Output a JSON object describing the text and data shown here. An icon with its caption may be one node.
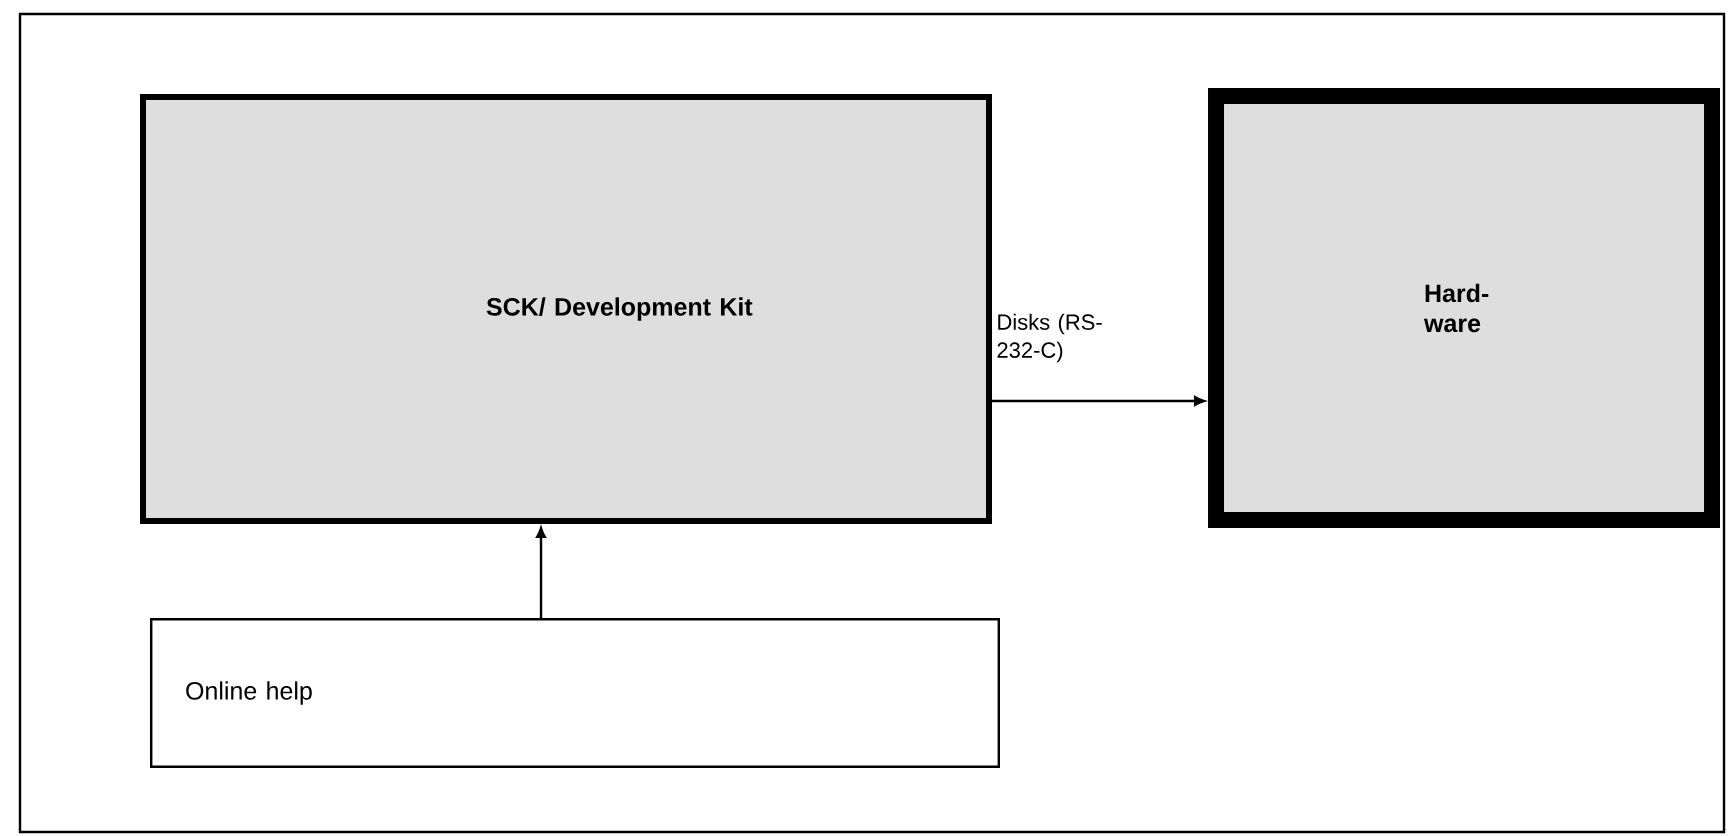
{
  "diagram": {
    "nodes": [
      {
        "text": [
          "SCK/ Development Kit"
        ]
      },
      {
        "text": [
          "Hard- ware"
        ]
      },
      {
        "text": [
          "Online help"
        ]
      }
    ],
    "edges": [
      {
        "from": 2,
        "to": 0,
        "arrow": "to"
      },
      {
        "from": 0,
        "to": 1,
        "arrow": "to",
        "label": "Disks (RS-232-C)"
      }
    ]
  }
}
